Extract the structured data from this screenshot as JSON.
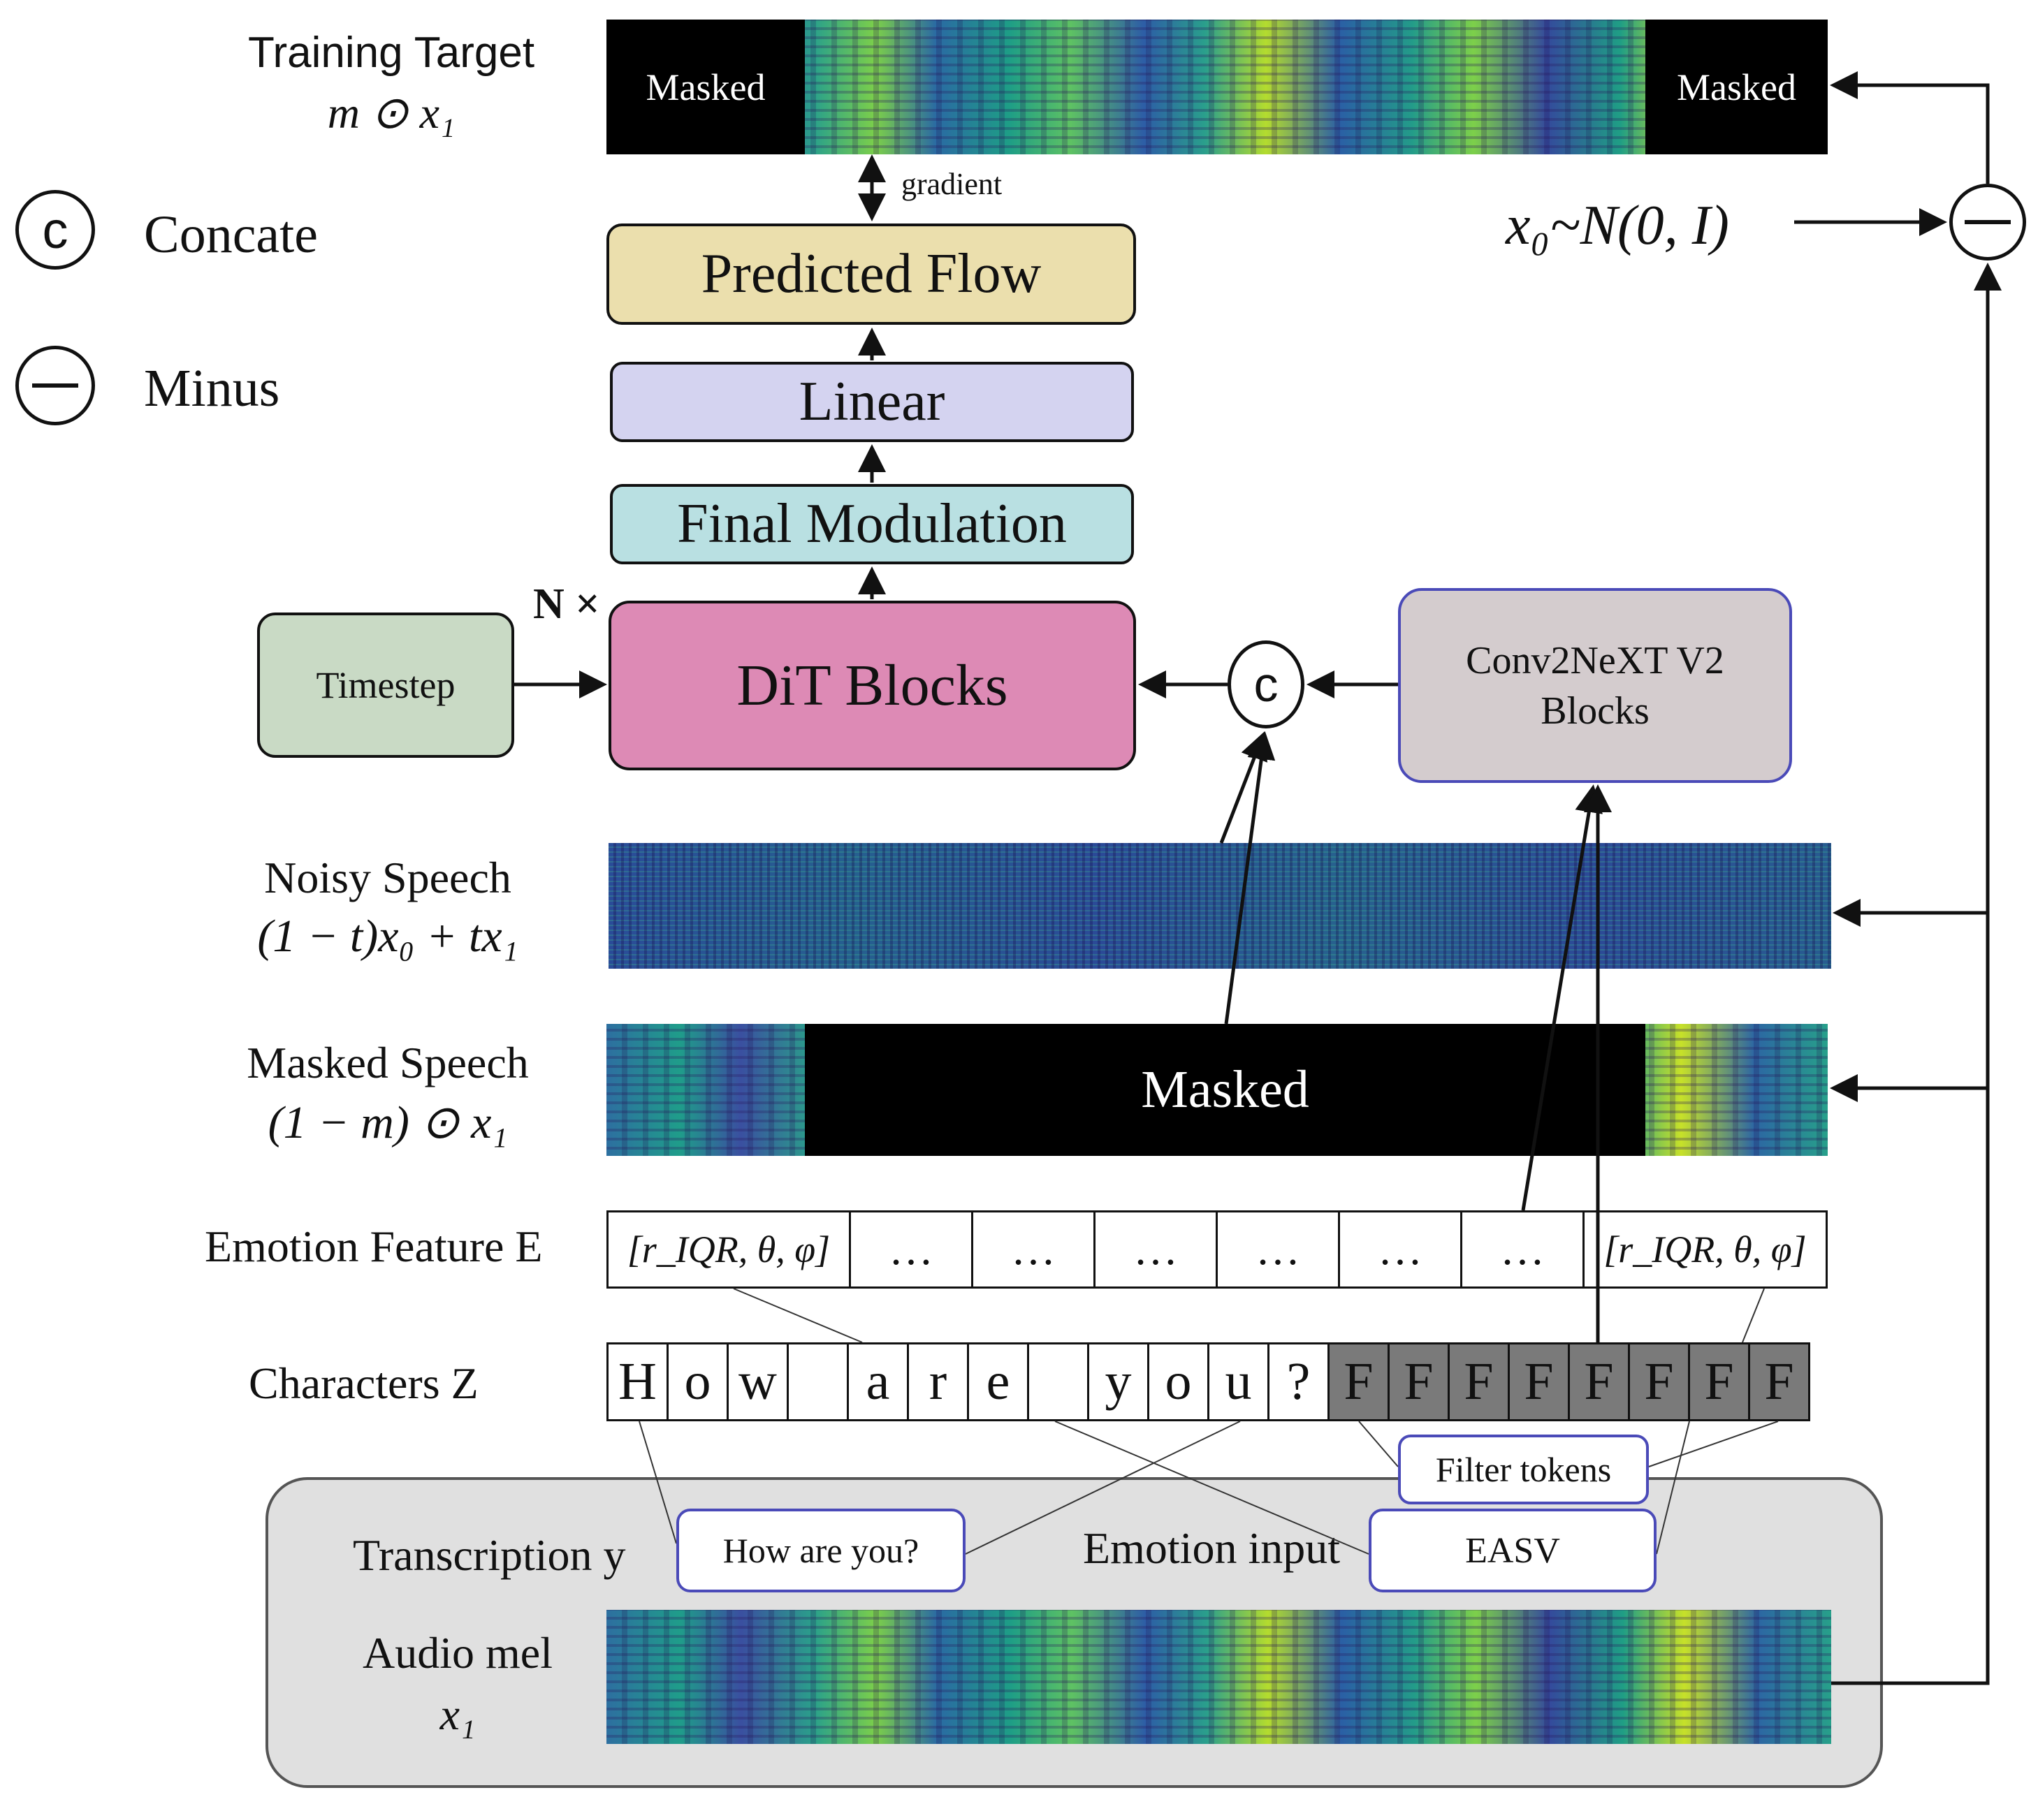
{
  "legend": {
    "concat_symbol": "c",
    "concat_label": "Concate",
    "minus_label": "Minus"
  },
  "training_target": {
    "title": "Training Target",
    "formula": "m ⊙ x₁",
    "mask_left": "Masked",
    "mask_right": "Masked",
    "gradient": "gradient"
  },
  "noise": {
    "formula": "x₀~N(0, I)"
  },
  "blocks": {
    "predicted_flow": "Predicted Flow",
    "linear": "Linear",
    "final_modulation": "Final Modulation",
    "dit_blocks": "DiT Blocks",
    "n_times": "N ×",
    "timestep": "Timestep",
    "conv2next_line1": "Conv2NeXT V2",
    "conv2next_line2": "Blocks"
  },
  "concat_node": {
    "symbol": "c"
  },
  "noisy_speech": {
    "title": "Noisy Speech",
    "formula": "(1 − t)x₀ + tx₁"
  },
  "masked_speech": {
    "title": "Masked Speech",
    "formula": "(1 − m) ⊙ x₁",
    "mask_label": "Masked"
  },
  "emotion_feature": {
    "title": "Emotion Feature E",
    "cells": [
      "[r_IQR, θ, φ]",
      "…",
      "…",
      "…",
      "…",
      "…",
      "…",
      "[r_IQR, θ, φ]"
    ]
  },
  "characters": {
    "title": "Characters Z",
    "tokens": [
      "H",
      "o",
      "w",
      "",
      "a",
      "r",
      "e",
      "",
      "y",
      "o",
      "u",
      "?",
      "F",
      "F",
      "F",
      "F",
      "F",
      "F",
      "F",
      "F"
    ]
  },
  "filter_tokens": "Filter tokens",
  "bottom": {
    "transcription_label": "Transcription y",
    "transcription_value": "How are you?",
    "emotion_input_label": "Emotion input",
    "emotion_input_value": "EASV",
    "audio_mel_label": "Audio mel",
    "audio_mel_symbol": "x₁"
  },
  "colors": {
    "predicted_flow": "#ebdfad",
    "linear": "#d4d3f0",
    "final_modulation": "#b9e0e2",
    "dit_blocks": "#dd8ab5",
    "timestep": "#c9dac5",
    "conv2next": "#d4ccce",
    "conv2next_border": "#4a4ab8",
    "bottom_panel": "#e0e0e0",
    "blue_box_border": "#4a4ab8"
  }
}
